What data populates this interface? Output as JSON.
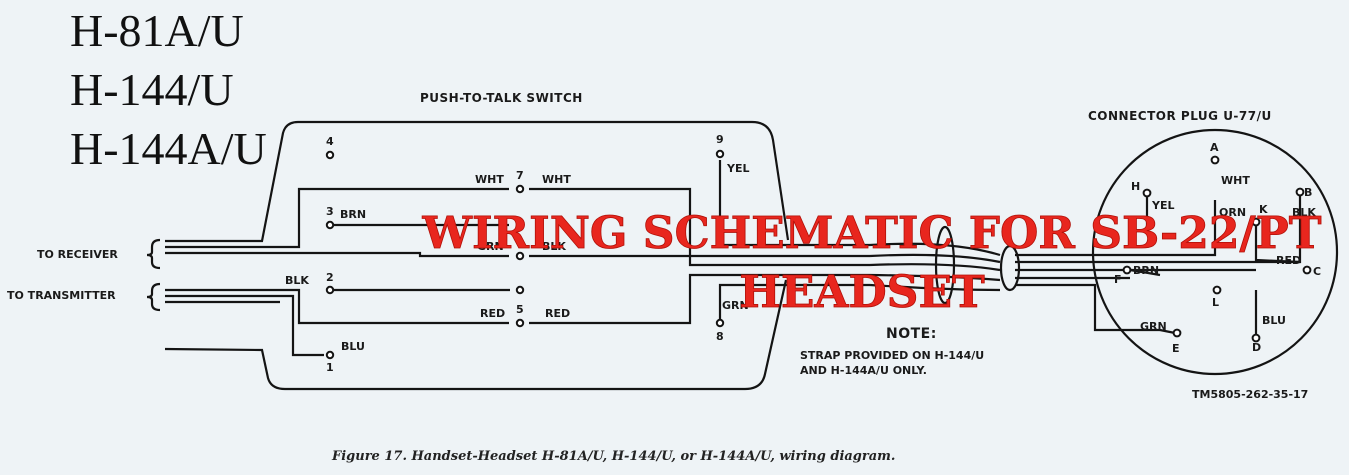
{
  "models": [
    "H-81A/U",
    "H-144/U",
    "H-144A/U"
  ],
  "switch_title": "PUSH-TO-TALK SWITCH",
  "connector_title": "CONNECTOR PLUG U-77/U",
  "leads": {
    "receiver": "TO RECEIVER",
    "transmitter": "TO TRANSMITTER"
  },
  "terminals": {
    "t1": "1",
    "t2": "2",
    "t3": "3",
    "t4": "4",
    "t5": "5",
    "t7": "7",
    "t8": "8",
    "t9": "9"
  },
  "wire_labels": {
    "brn": "BRN",
    "wht_a": "WHT",
    "wht_b": "WHT",
    "grn": "GRN",
    "blk_mid": "BLK",
    "blk": "BLK",
    "red_a": "RED",
    "red_b": "RED",
    "blu": "BLU",
    "yel": "YEL",
    "grn_8": "GRN"
  },
  "plug_pins": {
    "A": "A",
    "B": "B",
    "C": "C",
    "D": "D",
    "E": "E",
    "F": "F",
    "H": "H",
    "K": "K",
    "L": "L"
  },
  "plug_wires": {
    "wht": "WHT",
    "yel": "YEL",
    "orn": "ORN",
    "blk": "BLK",
    "red": "RED",
    "brn": "BRN",
    "blu": "BLU",
    "grn": "GRN"
  },
  "note": {
    "heading": "NOTE:",
    "line1": "STRAP PROVIDED ON H-144/U",
    "line2": "AND H-144A/U ONLY."
  },
  "ref_code": "TM5805-262-35-17",
  "caption": "Figure 17.  Handset-Headset H-81A/U, H-144/U, or H-144A/U, wiring diagram.",
  "overlay": {
    "line1": "WIRING SCHEMATIC FOR SB-22/PT",
    "line2": "HEADSET"
  },
  "colors": {
    "ink": "#141414",
    "paper": "#eef3f6",
    "overlay": "#e8261e"
  }
}
